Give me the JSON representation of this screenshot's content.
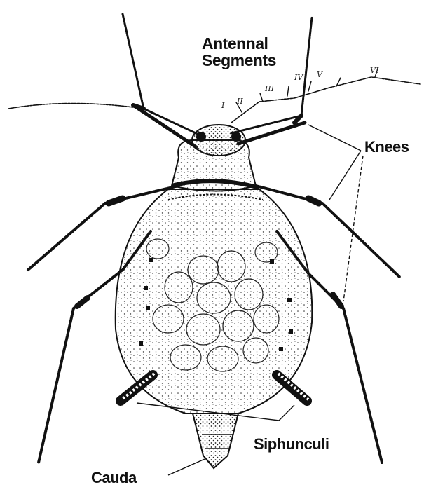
{
  "labels": {
    "antennal_line1": "Antennal",
    "antennal_line2": "Segments",
    "knees": "Knees",
    "siphunculi": "Siphunculi",
    "cauda": "Cauda"
  },
  "segment_numerals": [
    "I",
    "II",
    "III",
    "IV",
    "V",
    "VI"
  ],
  "colors": {
    "ink": "#111111",
    "paper": "#ffffff",
    "body_fill": "#f4f4f4"
  }
}
